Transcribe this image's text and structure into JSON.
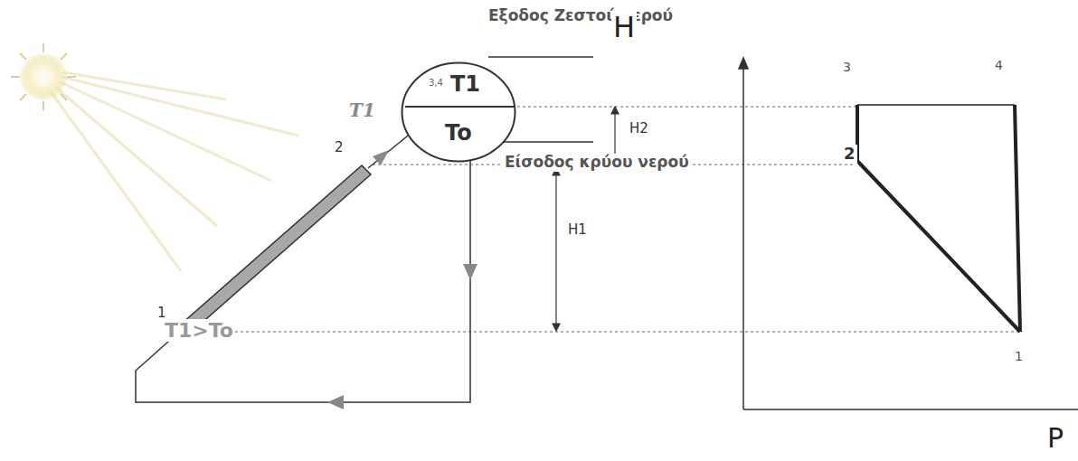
{
  "diagram": {
    "nodes": [
      {
        "text": [
          "T1",
          "To"
        ]
      }
    ],
    "labels": [
      "Εξοδος Ζεστού νερού",
      "H",
      "3,4",
      "T1",
      "2",
      "H2",
      "Είσοδος κρύου νερού",
      "H1",
      "1",
      "T1>To",
      "3",
      "4",
      "2",
      "1",
      "P"
    ]
  }
}
